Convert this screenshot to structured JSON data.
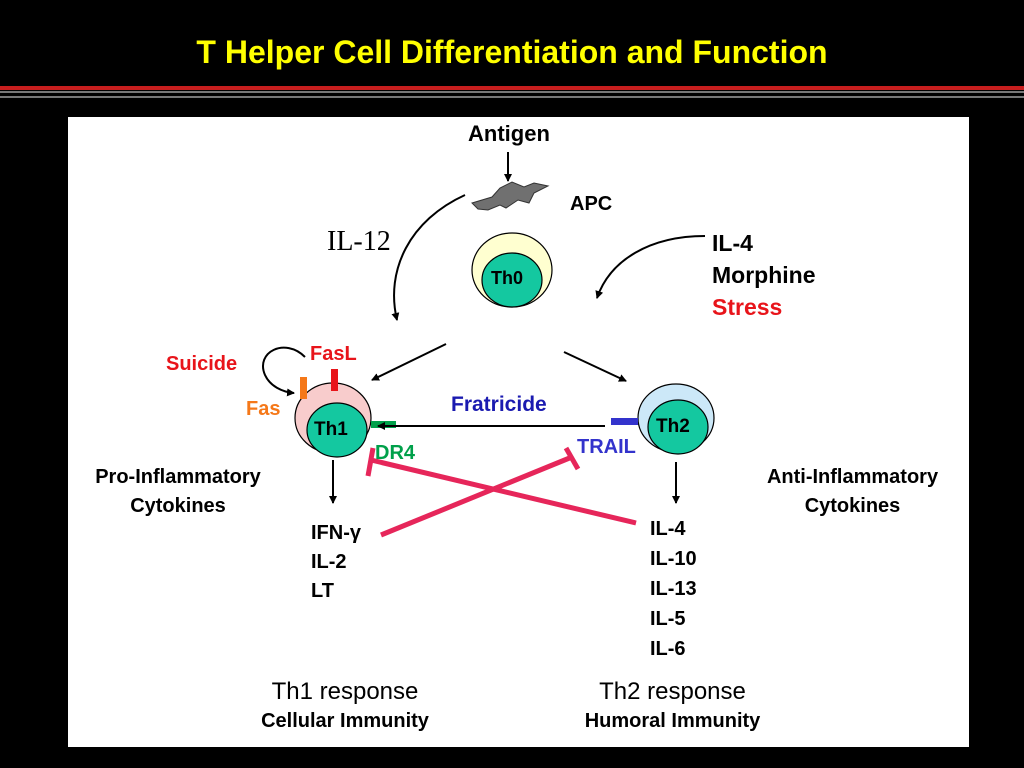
{
  "title": "T Helper Cell Differentiation and Function",
  "colors": {
    "title": "#ffff00",
    "red": "#e8141a",
    "orange": "#f57819",
    "green": "#00a04a",
    "blue": "#1a1ab0",
    "inhibit": "#e6265a",
    "cell_teal": "#14c8a0"
  },
  "labels": {
    "antigen": "Antigen",
    "apc": "APC",
    "il12": "IL-12",
    "th0": "Th0",
    "th1": "Th1",
    "th2": "Th2",
    "th2_inducers": [
      "IL-4",
      "Morphine",
      "Stress"
    ],
    "suicide": "Suicide",
    "fasl": "FasL",
    "fas": "Fas",
    "dr4": "DR4",
    "fratricide": "Fratricide",
    "trail": "TRAIL",
    "pro_inflammatory": [
      "Pro-Inflammatory",
      "Cytokines"
    ],
    "anti_inflammatory": [
      "Anti-Inflammatory",
      "Cytokines"
    ],
    "th1_cytokines": [
      "IFN-γ",
      "IL-2",
      "LT"
    ],
    "th2_cytokines": [
      "IL-4",
      "IL-10",
      "IL-13",
      "IL-5",
      "IL-6"
    ],
    "th1_response": "Th1 response",
    "th1_immunity": "Cellular Immunity",
    "th2_response": "Th2 response",
    "th2_immunity": "Humoral Immunity"
  }
}
